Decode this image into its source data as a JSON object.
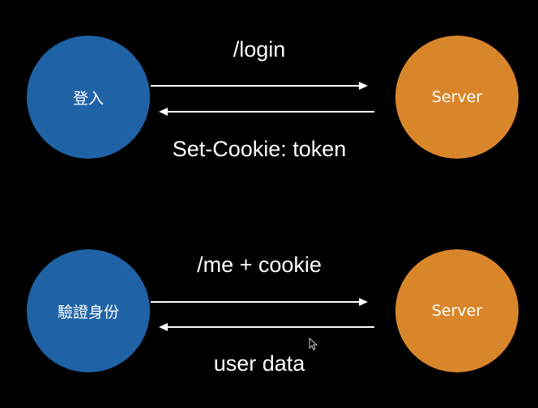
{
  "colors": {
    "background": "#000000",
    "client_circle": "#1f63a6",
    "server_circle": "#d9862b",
    "arrow": "#ffffff",
    "text": "#ffffff"
  },
  "flows": [
    {
      "client_label": "登入",
      "server_label": "Server",
      "request_label": "/login",
      "response_label": "Set-Cookie: token"
    },
    {
      "client_label": "驗證身份",
      "server_label": "Server",
      "request_label": "/me + cookie",
      "response_label": "user data"
    }
  ]
}
